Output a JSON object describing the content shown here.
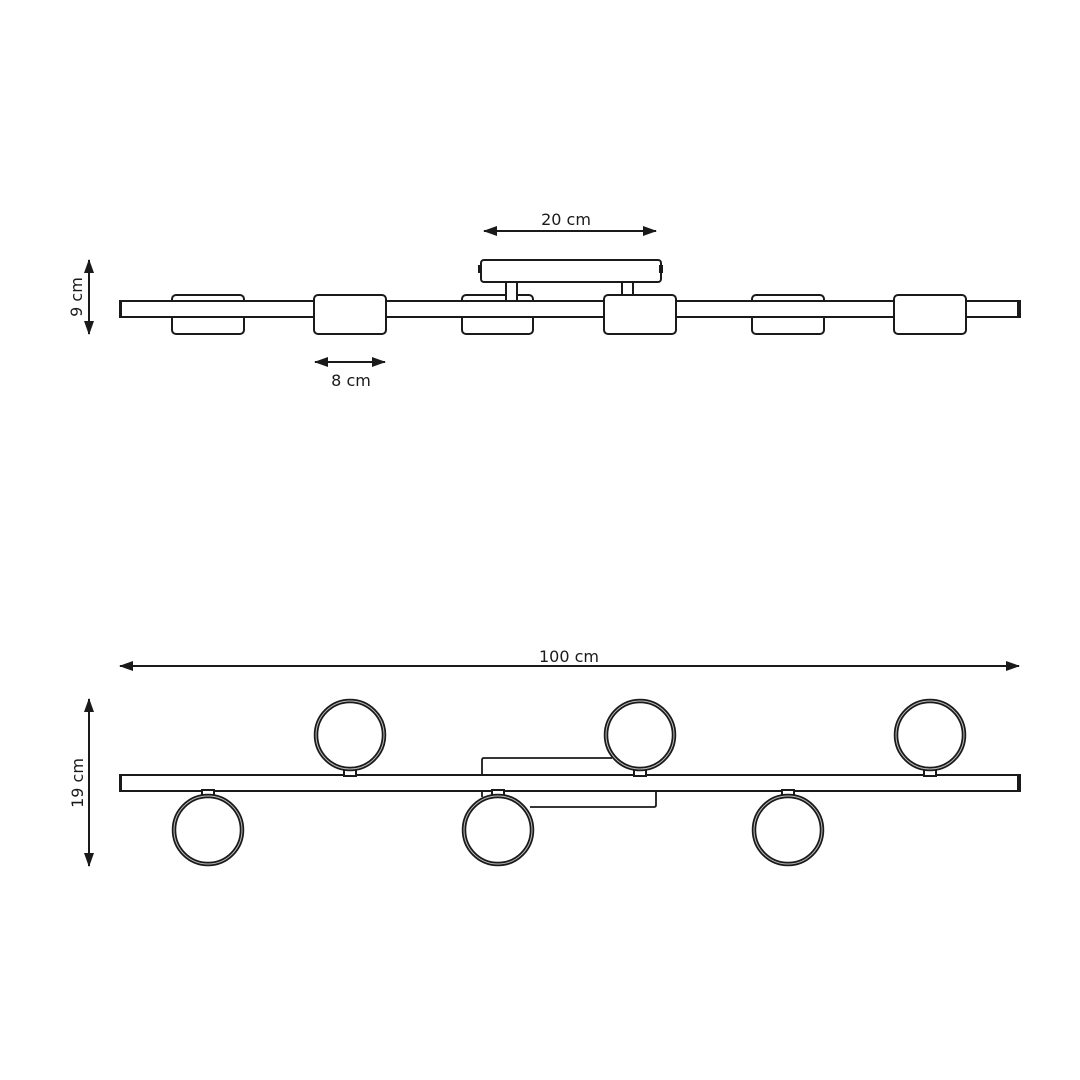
{
  "drawing": {
    "title": "Ceiling lamp technical drawing",
    "line_color": "#1a1a1a",
    "background": "#ffffff"
  },
  "side_view": {
    "dimensions": {
      "height_label": "9 cm",
      "canopy_width_label": "20 cm",
      "shade_width_label": "8 cm"
    },
    "shade_count": 6
  },
  "top_view": {
    "dimensions": {
      "length_label": "100 cm",
      "depth_label": "19 cm"
    },
    "spot_count": 6
  }
}
